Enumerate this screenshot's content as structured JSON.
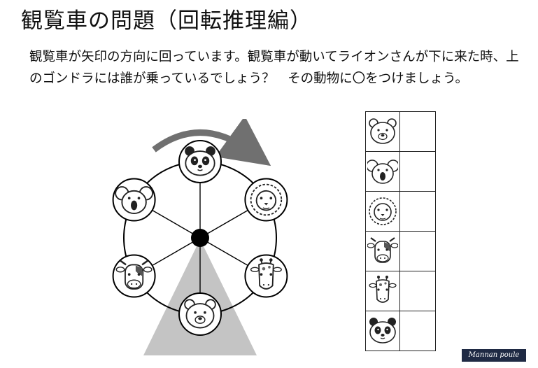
{
  "title": "観覧車の問題（回転推理編）",
  "question": "観覧車が矢印の方向に回っています。観覧車が動いてライオンさんが下に来た時、上のゴンドラには誰が乗っているでしょう？　その動物に〇をつけましょう。",
  "wheel": {
    "rotation_arrow_icon": "clockwise-arrow-icon",
    "gondolas": [
      {
        "position": "top",
        "animal": "panda"
      },
      {
        "position": "upper-right",
        "animal": "lion"
      },
      {
        "position": "lower-right",
        "animal": "giraffe"
      },
      {
        "position": "bottom",
        "animal": "bear"
      },
      {
        "position": "lower-left",
        "animal": "cow"
      },
      {
        "position": "upper-left",
        "animal": "koala"
      }
    ]
  },
  "answer_options": [
    "bear",
    "koala",
    "lion",
    "cow",
    "giraffe",
    "panda"
  ],
  "brand": "Mannan poule",
  "colors": {
    "support": "#c4c4c4",
    "hub": "#000000",
    "arrow": "#707070",
    "brand_bg": "#1f2a44"
  }
}
